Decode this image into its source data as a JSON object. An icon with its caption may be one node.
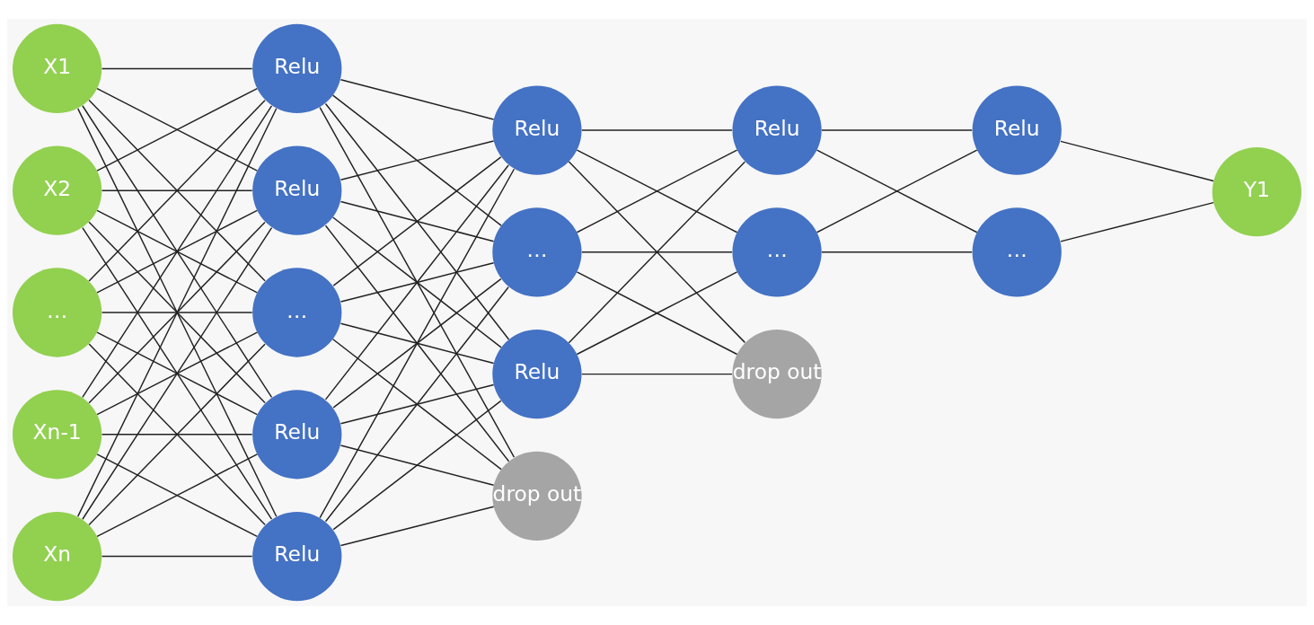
{
  "diagram": {
    "nodes": [
      {
        "text": [
          "X1"
        ]
      },
      {
        "text": [
          "X2"
        ]
      },
      {
        "text": [
          "…"
        ]
      },
      {
        "text": [
          "Xn-1"
        ]
      },
      {
        "text": [
          "Xn"
        ]
      },
      {
        "text": [
          "Relu"
        ]
      },
      {
        "text": [
          "Relu"
        ]
      },
      {
        "text": [
          "…"
        ]
      },
      {
        "text": [
          "Relu"
        ]
      },
      {
        "text": [
          "Relu"
        ]
      },
      {
        "text": [
          "Relu"
        ]
      },
      {
        "text": [
          "…"
        ]
      },
      {
        "text": [
          "Relu"
        ]
      },
      {
        "text": [
          "drop out"
        ]
      },
      {
        "text": [
          "Relu"
        ]
      },
      {
        "text": [
          "…"
        ]
      },
      {
        "text": [
          "drop out"
        ]
      },
      {
        "text": [
          "Relu"
        ]
      },
      {
        "text": [
          "…"
        ]
      },
      {
        "text": [
          "Y1"
        ]
      }
    ],
    "edges": [
      {
        "from": 0,
        "to": 5,
        "arrow": "none"
      },
      {
        "from": 0,
        "to": 6,
        "arrow": "none"
      },
      {
        "from": 0,
        "to": 7,
        "arrow": "none"
      },
      {
        "from": 0,
        "to": 8,
        "arrow": "none"
      },
      {
        "from": 0,
        "to": 9,
        "arrow": "none"
      },
      {
        "from": 1,
        "to": 5,
        "arrow": "none"
      },
      {
        "from": 1,
        "to": 6,
        "arrow": "none"
      },
      {
        "from": 1,
        "to": 7,
        "arrow": "none"
      },
      {
        "from": 1,
        "to": 8,
        "arrow": "none"
      },
      {
        "from": 1,
        "to": 9,
        "arrow": "none"
      },
      {
        "from": 2,
        "to": 5,
        "arrow": "none"
      },
      {
        "from": 2,
        "to": 6,
        "arrow": "none"
      },
      {
        "from": 2,
        "to": 7,
        "arrow": "none"
      },
      {
        "from": 2,
        "to": 8,
        "arrow": "none"
      },
      {
        "from": 2,
        "to": 9,
        "arrow": "none"
      },
      {
        "from": 3,
        "to": 5,
        "arrow": "none"
      },
      {
        "from": 3,
        "to": 6,
        "arrow": "none"
      },
      {
        "from": 3,
        "to": 7,
        "arrow": "none"
      },
      {
        "from": 3,
        "to": 8,
        "arrow": "none"
      },
      {
        "from": 3,
        "to": 9,
        "arrow": "none"
      },
      {
        "from": 4,
        "to": 5,
        "arrow": "none"
      },
      {
        "from": 4,
        "to": 6,
        "arrow": "none"
      },
      {
        "from": 4,
        "to": 7,
        "arrow": "none"
      },
      {
        "from": 4,
        "to": 8,
        "arrow": "none"
      },
      {
        "from": 4,
        "to": 9,
        "arrow": "none"
      },
      {
        "from": 5,
        "to": 10,
        "arrow": "none"
      },
      {
        "from": 5,
        "to": 11,
        "arrow": "none"
      },
      {
        "from": 5,
        "to": 12,
        "arrow": "none"
      },
      {
        "from": 5,
        "to": 13,
        "arrow": "none"
      },
      {
        "from": 6,
        "to": 10,
        "arrow": "none"
      },
      {
        "from": 6,
        "to": 11,
        "arrow": "none"
      },
      {
        "from": 6,
        "to": 12,
        "arrow": "none"
      },
      {
        "from": 6,
        "to": 13,
        "arrow": "none"
      },
      {
        "from": 7,
        "to": 10,
        "arrow": "none"
      },
      {
        "from": 7,
        "to": 11,
        "arrow": "none"
      },
      {
        "from": 7,
        "to": 12,
        "arrow": "none"
      },
      {
        "from": 7,
        "to": 13,
        "arrow": "none"
      },
      {
        "from": 8,
        "to": 10,
        "arrow": "none"
      },
      {
        "from": 8,
        "to": 11,
        "arrow": "none"
      },
      {
        "from": 8,
        "to": 12,
        "arrow": "none"
      },
      {
        "from": 8,
        "to": 13,
        "arrow": "none"
      },
      {
        "from": 9,
        "to": 10,
        "arrow": "none"
      },
      {
        "from": 9,
        "to": 11,
        "arrow": "none"
      },
      {
        "from": 9,
        "to": 12,
        "arrow": "none"
      },
      {
        "from": 9,
        "to": 13,
        "arrow": "none"
      },
      {
        "from": 10,
        "to": 14,
        "arrow": "none"
      },
      {
        "from": 10,
        "to": 15,
        "arrow": "none"
      },
      {
        "from": 10,
        "to": 16,
        "arrow": "none"
      },
      {
        "from": 11,
        "to": 14,
        "arrow": "none"
      },
      {
        "from": 11,
        "to": 15,
        "arrow": "none"
      },
      {
        "from": 11,
        "to": 16,
        "arrow": "none"
      },
      {
        "from": 12,
        "to": 14,
        "arrow": "none"
      },
      {
        "from": 12,
        "to": 15,
        "arrow": "none"
      },
      {
        "from": 12,
        "to": 16,
        "arrow": "none"
      },
      {
        "from": 14,
        "to": 17,
        "arrow": "none"
      },
      {
        "from": 14,
        "to": 18,
        "arrow": "none"
      },
      {
        "from": 15,
        "to": 17,
        "arrow": "none"
      },
      {
        "from": 15,
        "to": 18,
        "arrow": "none"
      },
      {
        "from": 17,
        "to": 19,
        "arrow": "none"
      },
      {
        "from": 18,
        "to": 19,
        "arrow": "none"
      }
    ]
  }
}
